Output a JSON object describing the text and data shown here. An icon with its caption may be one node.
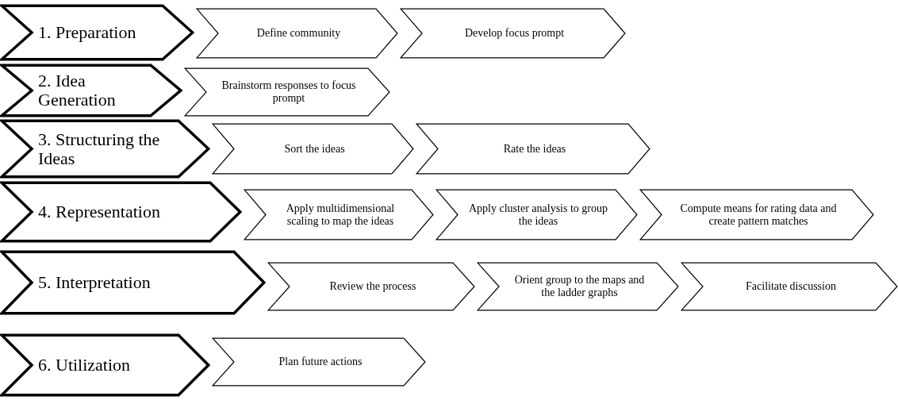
{
  "diagram": {
    "nodes": [
      {
        "text": [
          "1. Preparation"
        ]
      },
      {
        "text": [
          "Define community"
        ]
      },
      {
        "text": [
          "Develop focus prompt"
        ]
      },
      {
        "text": [
          "2. Idea Generation"
        ]
      },
      {
        "text": [
          "Brainstorm responses to focus prompt"
        ]
      },
      {
        "text": [
          "3. Structuring the Ideas"
        ]
      },
      {
        "text": [
          "Sort the ideas"
        ]
      },
      {
        "text": [
          "Rate the ideas"
        ]
      },
      {
        "text": [
          "4. Representation"
        ]
      },
      {
        "text": [
          "Apply multidimensional scaling to map the ideas"
        ]
      },
      {
        "text": [
          "Apply cluster analysis to group the ideas"
        ]
      },
      {
        "text": [
          "Compute means for rating data and create pattern matches"
        ]
      },
      {
        "text": [
          "5. Interpretation"
        ]
      },
      {
        "text": [
          "Review the process"
        ]
      },
      {
        "text": [
          "Orient group to the maps and the ladder graphs"
        ]
      },
      {
        "text": [
          "Facilitate discussion"
        ]
      },
      {
        "text": [
          "6. Utilization"
        ]
      },
      {
        "text": [
          "Plan future actions"
        ]
      }
    ]
  }
}
